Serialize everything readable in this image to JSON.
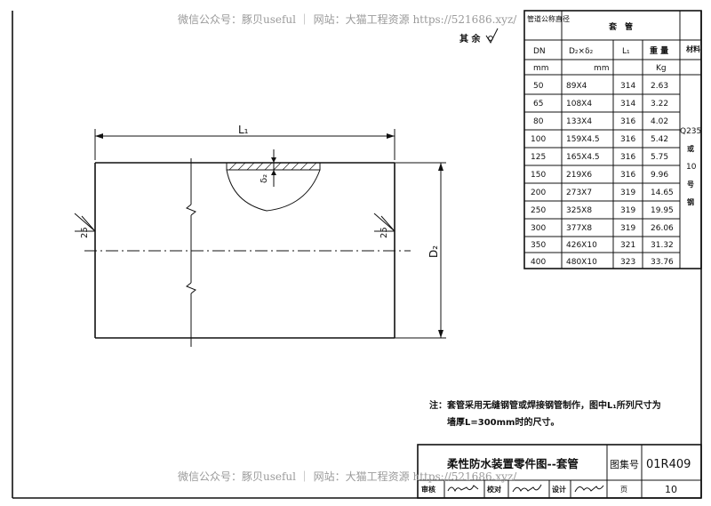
{
  "watermark": {
    "top": "微信公众号：豚贝useful ｜ 网站：大猫工程资源 https://521686.xyz/",
    "bottom": "微信公众号：豚贝useful ｜ 网站：大猫工程资源 https://521686.xyz/"
  },
  "surface_note": "其 余",
  "drawing": {
    "dim_length": "L₁",
    "dim_diameter": "D₂",
    "thickness": "δ₂",
    "roughness_left": "25",
    "roughness_right": "25"
  },
  "table": {
    "head": {
      "nominal": "管道公称直径",
      "sleeve": "套　管",
      "dn": "DN",
      "d_delta": "D₂×δ₂",
      "l1": "L₁",
      "weight": "重 量",
      "material": "材料",
      "unit_mm": "mm",
      "unit_mm2": "mm",
      "unit_kg": "Kg"
    },
    "rows": [
      {
        "dn": "50",
        "dd": "89X4",
        "l1": "314",
        "w": "2.63"
      },
      {
        "dn": "65",
        "dd": "108X4",
        "l1": "314",
        "w": "3.22"
      },
      {
        "dn": "80",
        "dd": "133X4",
        "l1": "316",
        "w": "4.02"
      },
      {
        "dn": "100",
        "dd": "159X4.5",
        "l1": "316",
        "w": "5.42"
      },
      {
        "dn": "125",
        "dd": "165X4.5",
        "l1": "316",
        "w": "5.75"
      },
      {
        "dn": "150",
        "dd": "219X6",
        "l1": "316",
        "w": "9.96"
      },
      {
        "dn": "200",
        "dd": "273X7",
        "l1": "319",
        "w": "14.65"
      },
      {
        "dn": "250",
        "dd": "325X8",
        "l1": "319",
        "w": "19.95"
      },
      {
        "dn": "300",
        "dd": "377X8",
        "l1": "319",
        "w": "26.06"
      },
      {
        "dn": "350",
        "dd": "426X10",
        "l1": "321",
        "w": "31.32"
      },
      {
        "dn": "400",
        "dd": "480X10",
        "l1": "323",
        "w": "33.76"
      }
    ],
    "material": [
      "Q235",
      "或",
      "10",
      "号",
      "钢"
    ]
  },
  "note": {
    "line1": "注：套管采用无缝钢管或焊接钢管制作，图中L₁所列尺寸为",
    "line2": "墙厚L=300mm时的尺寸。"
  },
  "title_block": {
    "title": "柔性防水装置零件图--套管",
    "atlas_label": "图集号",
    "atlas_no": "01R409",
    "review": "审核",
    "check": "校对",
    "design": "设计",
    "page_label": "页",
    "page_no": "10"
  }
}
